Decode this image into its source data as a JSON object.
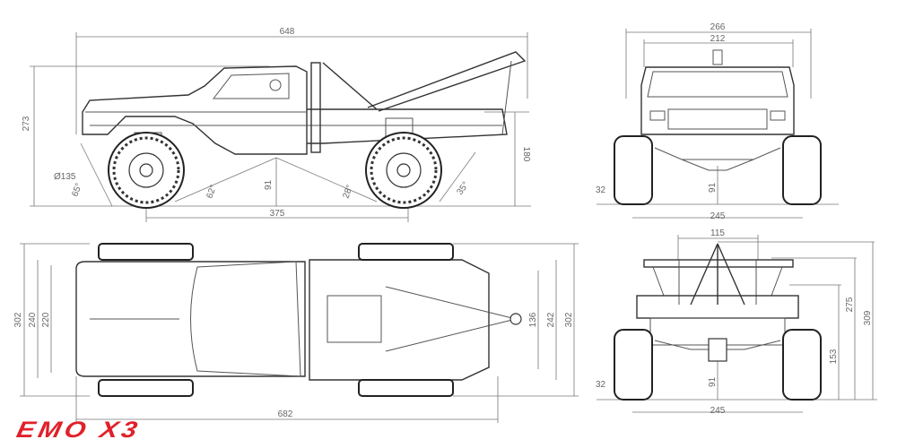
{
  "brand": {
    "logo_text": "EMO X3",
    "color": "#e0202a"
  },
  "side_view": {
    "overall_length": "648",
    "overall_height": "273",
    "rear_height": "180",
    "wheel_diameter": "Ø135",
    "approach_angle": "65°",
    "breakover_front": "62°",
    "ground_clearance": "91",
    "breakover_rear": "28°",
    "departure_angle": "35°",
    "wheelbase": "375"
  },
  "front_view": {
    "overall_width": "266",
    "body_width": "212",
    "tire_width": "32",
    "ground_clearance": "91",
    "track_width": "245"
  },
  "rear_view": {
    "crane_width": "115",
    "crane_height": "275",
    "overall_height": "309",
    "bed_height": "153",
    "tire_width": "32",
    "ground_clearance": "91",
    "track_width": "245"
  },
  "top_view": {
    "overall_width_left": "302",
    "body_width": "240",
    "hood_width": "220",
    "tow_width": "136",
    "bed_width": "242",
    "overall_width_right": "302",
    "overall_length": "682"
  }
}
